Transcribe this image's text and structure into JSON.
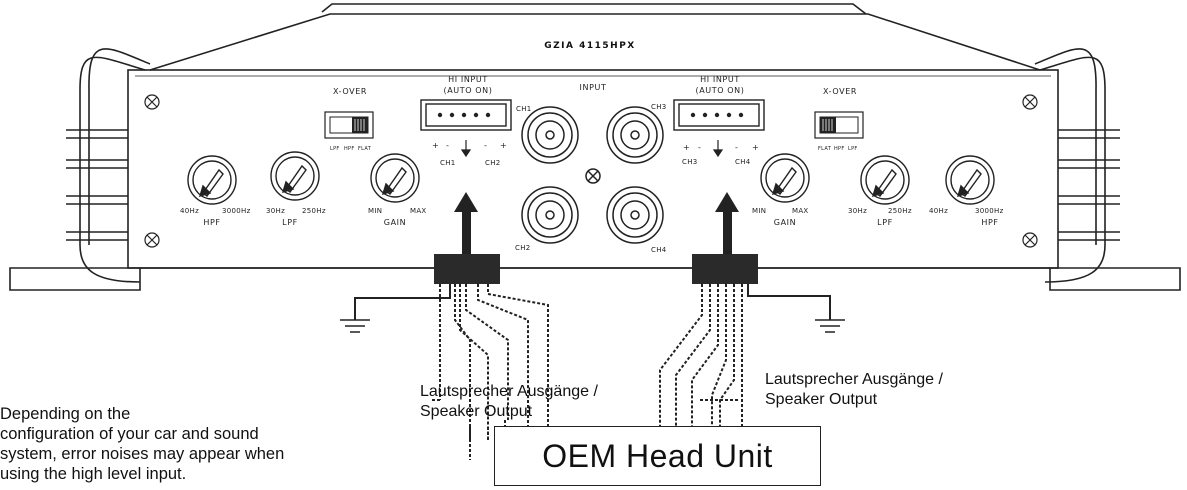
{
  "amplifier": {
    "model": "GZIA 4115HPX",
    "input_label": "INPUT",
    "left": {
      "xover_label": "X-OVER",
      "switch_positions": [
        "LPF",
        "HPF",
        "FLAT"
      ],
      "hi_input_line1": "HI  INPUT",
      "hi_input_line2": "(AUTO ON)",
      "hi_polarity": [
        "+",
        "-",
        "-",
        "+"
      ],
      "hi_channels": [
        "CH1",
        "CH2"
      ],
      "knobs": [
        {
          "name": "HPF",
          "min": "40Hz",
          "max": "3000Hz"
        },
        {
          "name": "LPF",
          "min": "30Hz",
          "max": "250Hz"
        },
        {
          "name": "GAIN",
          "min": "MIN",
          "max": "MAX"
        }
      ]
    },
    "right": {
      "xover_label": "X-OVER",
      "switch_positions": [
        "FLAT",
        "HPF",
        "LPF"
      ],
      "hi_input_line1": "HI  INPUT",
      "hi_input_line2": "(AUTO ON)",
      "hi_polarity": [
        "+",
        "-",
        "-",
        "+"
      ],
      "hi_channels": [
        "CH3",
        "CH4"
      ],
      "knobs": [
        {
          "name": "GAIN",
          "min": "MIN",
          "max": "MAX"
        },
        {
          "name": "LPF",
          "min": "30Hz",
          "max": "250Hz"
        },
        {
          "name": "HPF",
          "min": "40Hz",
          "max": "3000Hz"
        }
      ]
    },
    "rca_channels": [
      "CH1",
      "CH3",
      "CH2",
      "CH4"
    ]
  },
  "labels": {
    "speaker_output_left_line1": "Lautsprecher Ausgänge /",
    "speaker_output_left_line2": "Speaker Output",
    "speaker_output_right_line1": "Lautsprecher Ausgänge /",
    "speaker_output_right_line2": "Speaker Output",
    "head_unit": "OEM Head Unit"
  },
  "note": {
    "lines": [
      "Depending on the",
      "configuration of your car and sound",
      "system, error noises may appear when",
      "using the high level input."
    ]
  }
}
